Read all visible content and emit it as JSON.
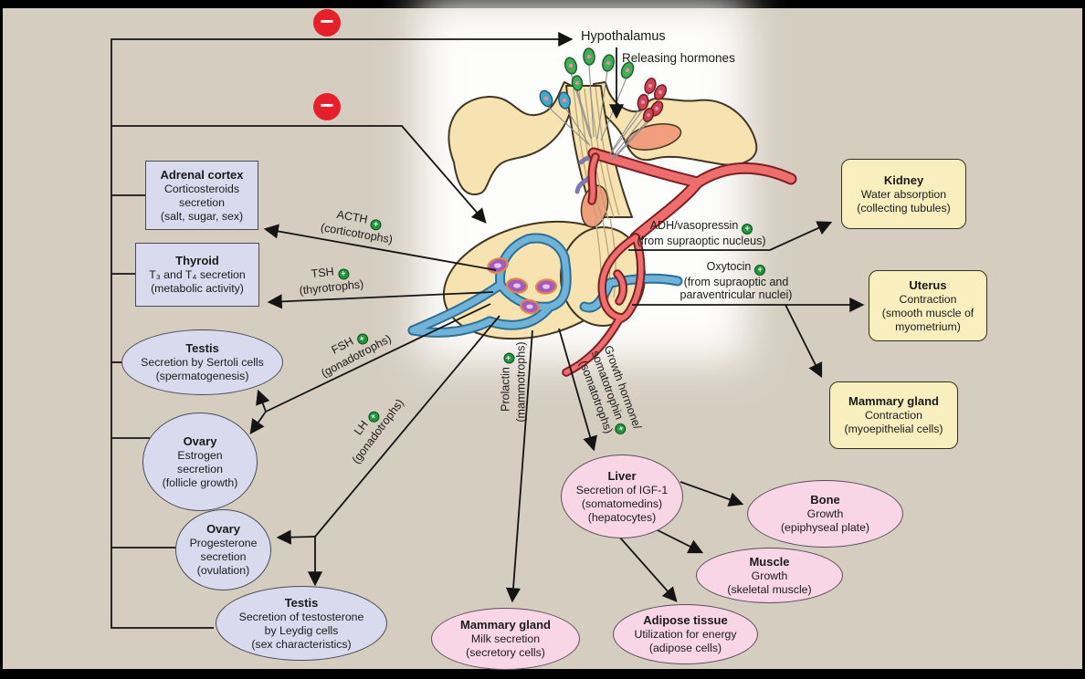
{
  "icons": {
    "plus": "+",
    "minus": "−"
  },
  "colors": {
    "background": "#d5cdc0",
    "lavender_box": "#dadaee",
    "yellow_box": "#f9efbe",
    "pink_ellipse": "#f8d6e6",
    "inhibition_red": "#e6202a",
    "stimulation_green": "#21963c"
  },
  "header": {
    "hypothalamus": "Hypothalamus",
    "releasing_hormones": "Releasing hormones"
  },
  "anterior_hormones": {
    "acth": {
      "name": "ACTH",
      "cells": "(corticotrophs)"
    },
    "tsh": {
      "name": "TSH",
      "cells": "(thyrotrophs)"
    },
    "fsh": {
      "name": "FSH",
      "cells": "(gonadotrophs)"
    },
    "lh": {
      "name": "LH",
      "cells": "(gonadotrophs)"
    },
    "prolactin": {
      "name": "Prolactin",
      "cells": "(mammotrophs)"
    },
    "growth_hormone": {
      "name_line1": "Growth hormone/",
      "name_line2": "somatotrophin",
      "cells": "(somatotrophs)"
    }
  },
  "posterior_hormones": {
    "adh": {
      "name": "ADH/vasopressin",
      "origin": "(from supraoptic nucleus)"
    },
    "oxytocin": {
      "name": "Oxytocin",
      "origin_line1": "(from supraoptic and",
      "origin_line2": "paraventricular nuclei)"
    }
  },
  "targets": {
    "adrenal_cortex": {
      "title": "Adrenal cortex",
      "lines": [
        "Corticosteroids",
        "secretion",
        "(salt, sugar, sex)"
      ]
    },
    "thyroid": {
      "title": "Thyroid",
      "lines": [
        "T₃ and T₄ secretion",
        "(metabolic activity)"
      ]
    },
    "testis_sertoli": {
      "title": "Testis",
      "lines": [
        "Secretion by Sertoli cells",
        "(spermatogenesis)"
      ]
    },
    "ovary_estrogen": {
      "title": "Ovary",
      "lines": [
        "Estrogen",
        "secretion",
        "(follicle growth)"
      ]
    },
    "ovary_progesterone": {
      "title": "Ovary",
      "lines": [
        "Progesterone",
        "secretion",
        "(ovulation)"
      ]
    },
    "testis_leydig": {
      "title": "Testis",
      "lines": [
        "Secretion of testosterone",
        "by Leydig cells",
        "(sex characteristics)"
      ]
    },
    "kidney": {
      "title": "Kidney",
      "lines": [
        "Water absorption",
        "(collecting tubules)"
      ]
    },
    "uterus": {
      "title": "Uterus",
      "lines": [
        "Contraction",
        "(smooth muscle of",
        "myometrium)"
      ]
    },
    "mammary_contraction": {
      "title": "Mammary gland",
      "lines": [
        "Contraction",
        "(myoepithelial cells)"
      ]
    },
    "liver": {
      "title": "Liver",
      "lines": [
        "Secretion of IGF-1",
        "(somatomedins)",
        "(hepatocytes)"
      ]
    },
    "bone": {
      "title": "Bone",
      "lines": [
        "Growth",
        "(epiphyseal plate)"
      ]
    },
    "muscle": {
      "title": "Muscle",
      "lines": [
        "Growth",
        "(skeletal muscle)"
      ]
    },
    "adipose_tissue": {
      "title": "Adipose tissue",
      "lines": [
        "Utilization for energy",
        "(adipose cells)"
      ]
    },
    "mammary_milk": {
      "title": "Mammary gland",
      "lines": [
        "Milk secretion",
        "(secretory cells)"
      ]
    }
  }
}
